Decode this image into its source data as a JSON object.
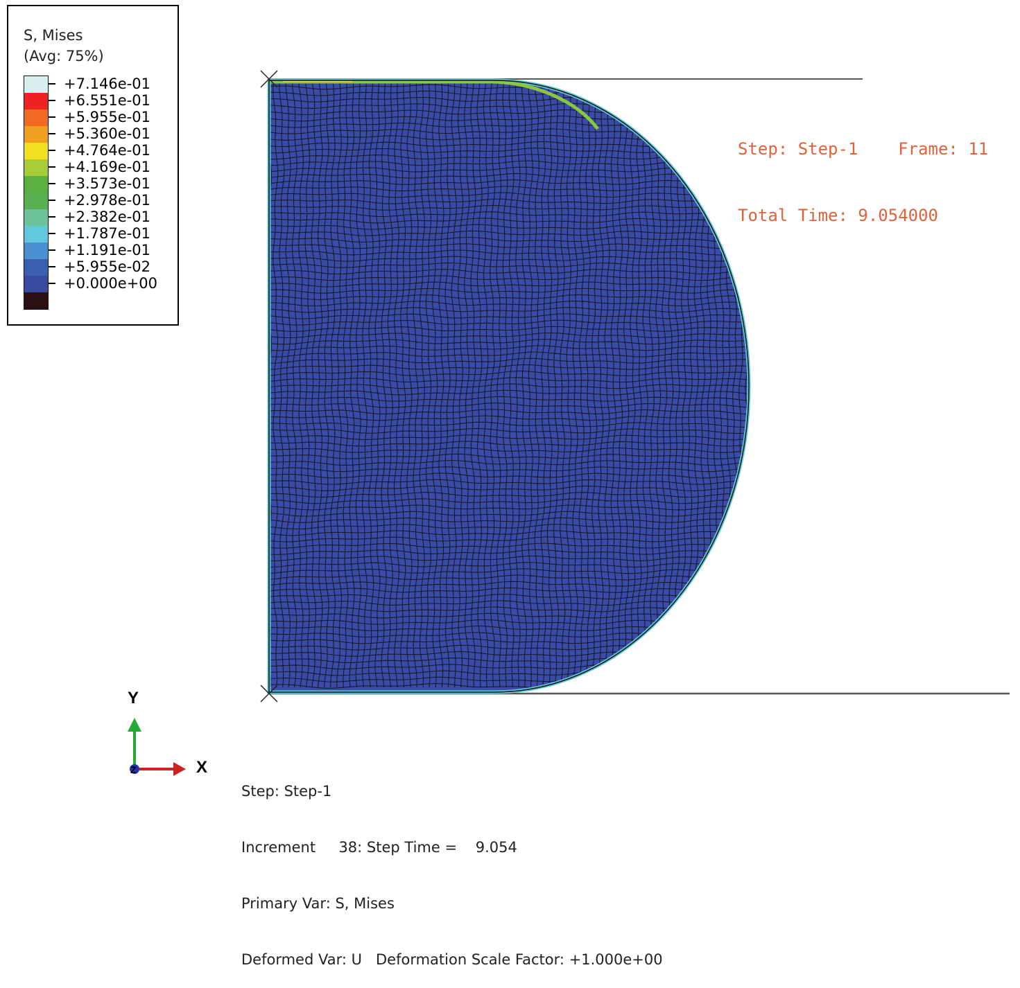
{
  "legend": {
    "title": "S, Mises",
    "subtitle": "(Avg: 75%)",
    "entries": [
      {
        "label": "+7.146e-01",
        "color": "#d8f0f0"
      },
      {
        "label": "+6.551e-01",
        "color": "#ee2222"
      },
      {
        "label": "+5.955e-01",
        "color": "#f06a22"
      },
      {
        "label": "+5.360e-01",
        "color": "#f0a020"
      },
      {
        "label": "+4.764e-01",
        "color": "#f0e020"
      },
      {
        "label": "+4.169e-01",
        "color": "#a8cc38"
      },
      {
        "label": "+3.573e-01",
        "color": "#5cb040"
      },
      {
        "label": "+2.978e-01",
        "color": "#58b050"
      },
      {
        "label": "+2.382e-01",
        "color": "#6ec49a"
      },
      {
        "label": "+1.787e-01",
        "color": "#62c8dc"
      },
      {
        "label": "+1.191e-01",
        "color": "#4a90d0"
      },
      {
        "label": "+5.955e-02",
        "color": "#3b5fb0"
      },
      {
        "label": "+0.000e+00",
        "color": "#3a4aa0"
      }
    ],
    "bottom_color": "#2a1010"
  },
  "frame_info": {
    "step_line": "Step: Step-1    Frame: 11",
    "time_line": "Total Time: 9.054000"
  },
  "triad": {
    "y_label": "Y",
    "x_label": "X",
    "z_label": "Z",
    "x_color": "#cc2222",
    "y_color": "#22aa33",
    "z_color": "#2233aa"
  },
  "status": {
    "step": "Step: Step-1",
    "increment": "Increment     38: Step Time =    9.054",
    "primary_var": "Primary Var: S, Mises",
    "deformed_var": "Deformed Var: U   Deformation Scale Factor: +1.000e+00"
  },
  "mesh": {
    "fill_color": "#3a4ca8",
    "line_color": "#111111",
    "edge_colors": [
      "#5fc8d8",
      "#8ac640",
      "#e0d040"
    ]
  }
}
